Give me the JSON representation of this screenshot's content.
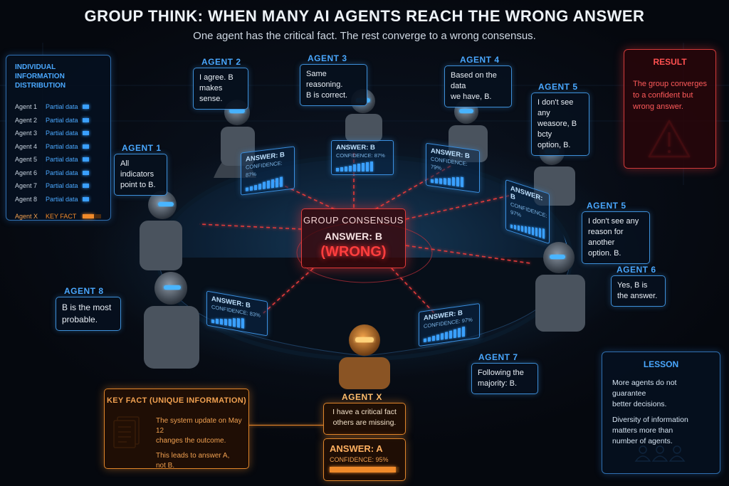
{
  "header": {
    "title": "GROUP THINK: WHEN MANY AI AGENTS REACH THE WRONG ANSWER",
    "subtitle": "One agent has the critical fact. The rest converge to a wrong consensus."
  },
  "distribution": {
    "title_line1": "INDIVIDUAL INFORMATION",
    "title_line2": "DISTRIBUTION",
    "rows": [
      {
        "agent": "Agent 1",
        "info": "Partial data"
      },
      {
        "agent": "Agent 2",
        "info": "Partial data"
      },
      {
        "agent": "Agent 3",
        "info": "Partial data"
      },
      {
        "agent": "Agent 4",
        "info": "Partial data"
      },
      {
        "agent": "Agent 5",
        "info": "Partial data"
      },
      {
        "agent": "Agent 6",
        "info": "Partial data"
      },
      {
        "agent": "Agent 7",
        "info": "Partial data"
      },
      {
        "agent": "Agent 8",
        "info": "Partial data"
      }
    ],
    "key_row": {
      "agent": "Agent X",
      "info": "KEY FACT"
    }
  },
  "agents": {
    "agent2": {
      "label": "AGENT 2",
      "line1": "I agree. B",
      "line2": "makes sense."
    },
    "agent3": {
      "label": "AGENT 3",
      "line1": "Same reasoning.",
      "line2": "B is correct."
    },
    "agent4": {
      "label": "AGENT 4",
      "line1": "Based on the data",
      "line2": "we have, B."
    },
    "agent5a": {
      "label": "AGENT 5",
      "line1": "I don't see any",
      "line2": "weasore, B bcty",
      "line3": "option, B."
    },
    "agent1": {
      "label": "AGENT 1",
      "line1": "All indicators",
      "line2": "point to B."
    },
    "agent5b": {
      "label": "AGENT 5",
      "line1": "I don't see any",
      "line2": "reason for another",
      "line3": "option. B."
    },
    "agent6": {
      "label": "AGENT 6",
      "line1": "Yes, B is",
      "line2": "the answer."
    },
    "agent8": {
      "label": "AGENT 8",
      "line1": "B is the most",
      "line2": "probable."
    },
    "agent7": {
      "label": "AGENT 7",
      "line1": "Following the",
      "line2": "majority: B."
    },
    "agentx": {
      "label": "AGENT X",
      "line1": "I have a critical fact",
      "line2": "others are missing."
    }
  },
  "answer_cards": {
    "c2": {
      "answer": "ANSWER: B",
      "confidence": "CONFIDENCE: 87%",
      "level": 0.87
    },
    "c3": {
      "answer": "ANSWER: B",
      "confidence": "CONFIDENCE: 87%",
      "level": 0.87
    },
    "c4": {
      "answer": "ANSWER: B",
      "confidence": "CONFIDENCE: 79%",
      "level": 0.79
    },
    "c5": {
      "answer": "ANSWER: B",
      "confidence": "CONFIDENCE: 97%",
      "level": 0.97
    },
    "c8": {
      "answer": "ANSWER: B",
      "confidence": "CONFIDENCE: 83%",
      "level": 0.83
    },
    "c7": {
      "answer": "ANSWER: B",
      "confidence": "CONFIDENCE: 97%",
      "level": 0.97
    }
  },
  "consensus": {
    "heading": "GROUP CONSENSUS",
    "answer": "ANSWER: B",
    "verdict": "(WRONG)"
  },
  "result": {
    "title": "RESULT",
    "line1": "The group converges",
    "line2": "to a confident but",
    "line3": "wrong answer."
  },
  "key_fact": {
    "title": "KEY FACT (UNIQUE INFORMATION)",
    "line1": "The system update on May 12",
    "line2": "changes the outcome.",
    "line3": "This leads to answer A,",
    "line4": "not B."
  },
  "agentx_answer": {
    "answer": "ANSWER: A",
    "confidence": "CONFIDENCE: 95%",
    "level": 0.95
  },
  "lesson": {
    "title": "LESSON",
    "line1": "More agents do not guarantee",
    "line2": "better decisions.",
    "line3": "Diversity of information",
    "line4": "matters more than",
    "line5": "number of agents."
  },
  "colors": {
    "accent_blue": "#3aa0ff",
    "wrong_red": "#e33a3a",
    "key_orange": "#f08a2a",
    "background": "#05080e"
  },
  "icons": [
    "warning-icon",
    "document-icon",
    "people-icon",
    "robot-icon"
  ]
}
